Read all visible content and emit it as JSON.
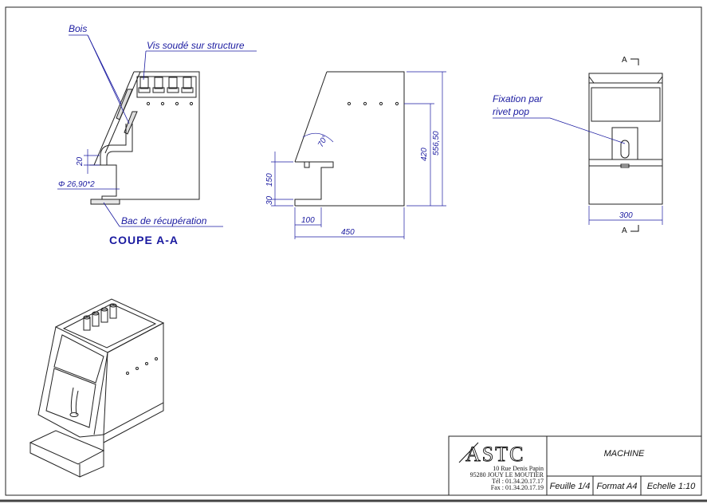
{
  "drawing": {
    "section_title": "COUPE A-A",
    "labels": {
      "bois": "Bois",
      "vis": "Vis soudé sur structure",
      "bac": "Bac de récupération",
      "fixation_line1": "Fixation par",
      "fixation_line2": "rivet pop"
    },
    "dimensions": {
      "diameter": "Φ 26,90*2",
      "d20": "20",
      "d150": "150",
      "d30": "30",
      "d100": "100",
      "d450": "450",
      "d420": "420",
      "d556": "556,50",
      "angle": "70°",
      "d300": "300"
    },
    "view_markers": {
      "top": "A",
      "bottom": "A"
    }
  },
  "title_block": {
    "logo": "ASTC",
    "address_line1": "10 Rue Denis Papin",
    "address_line2": "95280 JOUY LE MOUTIER",
    "tel": "Tél : 01.34.20.17.17",
    "fax": "Fax : 01.34.20.17.19",
    "title": "MACHINE",
    "sheet": "Feuille 1/4",
    "format": "Format A4",
    "scale": "Echelle 1:10"
  }
}
